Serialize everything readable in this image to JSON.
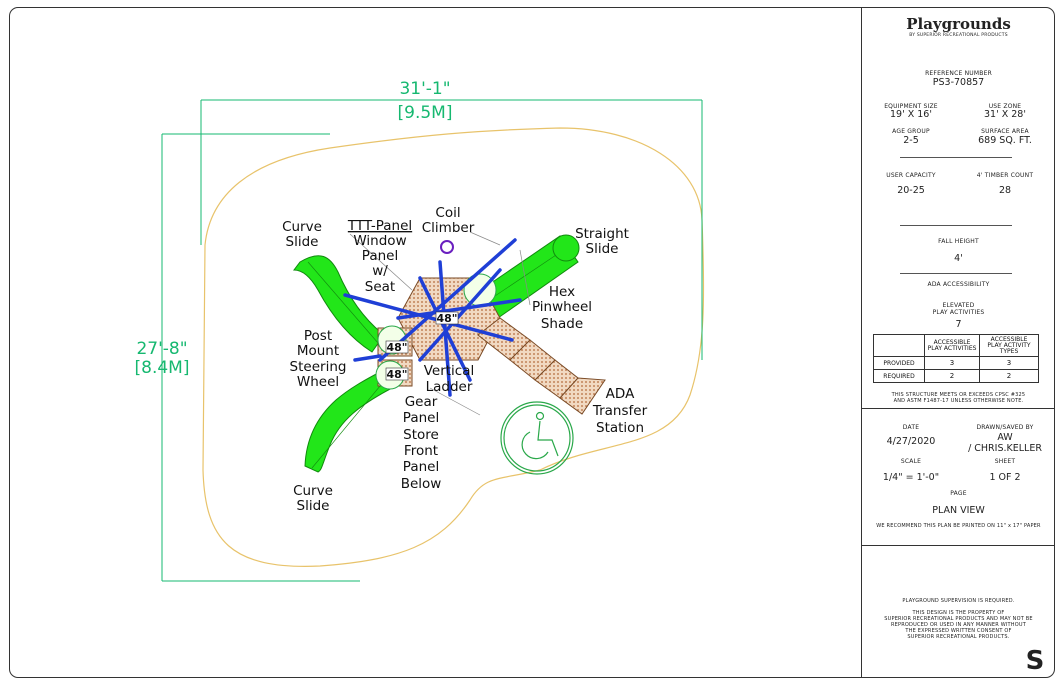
{
  "dimensions": {
    "width_ft": "31'-1\"",
    "width_m": "[9.5M]",
    "height_ft": "27'-8\"",
    "height_m": "[8.4M]"
  },
  "deck_heights": [
    "48\"",
    "48\"",
    "48\""
  ],
  "components": {
    "curve_slide_top": [
      "Curve",
      "Slide"
    ],
    "ttt_panel": [
      "TTT-Panel",
      "Window",
      "Panel",
      "w/",
      "Seat"
    ],
    "coil_climber": [
      "Coil",
      "Climber"
    ],
    "straight_slide": [
      "Straight",
      "Slide"
    ],
    "hex_pinwheel_shade": [
      "Hex",
      "Pinwheel",
      "Shade"
    ],
    "post_mount_steering_wheel": [
      "Post",
      "Mount",
      "Steering",
      "Wheel"
    ],
    "vertical_ladder": [
      "Vertical",
      "Ladder"
    ],
    "gear_panel": [
      "Gear",
      "Panel",
      "Store",
      "Front",
      "Panel",
      "Below"
    ],
    "ada_transfer_station": [
      "ADA",
      "Transfer",
      "Station"
    ],
    "curve_slide_bottom": [
      "Curve",
      "Slide"
    ]
  },
  "title_block": {
    "brand": "Playgrounds",
    "brand_tagline": "BY SUPERIOR RECREATIONAL PRODUCTS",
    "reference_number_label": "REFERENCE NUMBER",
    "reference_number": "PS3-70857",
    "equipment_size_label": "EQUIPMENT SIZE",
    "equipment_size": "19' X 16'",
    "use_zone_label": "USE ZONE",
    "use_zone": "31' X 28'",
    "age_group_label": "AGE GROUP",
    "age_group": "2-5",
    "surface_area_label": "SURFACE AREA",
    "surface_area": "689 SQ. FT.",
    "user_capacity_label": "USER CAPACITY",
    "user_capacity": "20-25",
    "timber_count_label": "4' TIMBER COUNT",
    "timber_count": "28",
    "fall_height_label": "FALL HEIGHT",
    "fall_height": "4'",
    "ada_label": "ADA ACCESSIBILITY",
    "elevated_label_1": "ELEVATED",
    "elevated_label_2": "PLAY ACTIVITIES",
    "elevated_value": "7",
    "table": {
      "header_1": [
        "ACCESSIBLE",
        "PLAY ACTIVITIES"
      ],
      "header_2": [
        "ACCESSIBLE",
        "PLAY ACTIVITY",
        "TYPES"
      ],
      "rows": [
        {
          "label": "PROVIDED",
          "a": "3",
          "b": "3"
        },
        {
          "label": "REQUIRED",
          "a": "2",
          "b": "2"
        }
      ]
    },
    "compliance_1": "THIS STRUCTURE MEETS OR EXCEEDS CPSC #325",
    "compliance_2": "AND ASTM F1487-17 UNLESS OTHERWISE NOTE.",
    "date_label": "DATE",
    "date": "4/27/2020",
    "drawn_label": "DRAWN/SAVED BY",
    "drawn_1": "AW",
    "drawn_2": "/ CHRIS.KELLER",
    "scale_label": "SCALE",
    "scale": "1/4\" = 1'-0\"",
    "sheet_label": "SHEET",
    "sheet": "1  OF  2",
    "page_label": "PAGE",
    "page": "PLAN VIEW",
    "recommend": "WE RECOMMEND THIS PLAN BE PRINTED ON 11\" x 17\" PAPER",
    "supervision": "PLAYGROUND SUPERVISION IS REQUIRED.",
    "property": [
      "THIS DESIGN IS THE PROPERTY OF",
      "SUPERIOR RECREATIONAL PRODUCTS AND MAY NOT BE",
      "REPRODUCED OR USED IN ANY MANNER WITHOUT",
      "THE EXPRESSED WRITTEN CONSENT OF",
      "SUPERIOR RECREATIONAL PRODUCTS."
    ],
    "logo_letter": "S"
  },
  "colors": {
    "slide_green": "#22e619",
    "dimension_green": "#16b870",
    "zone_outline": "#e8c36b",
    "frame_blue": "#1f3fd6",
    "deck_brown": "#c48a5a",
    "ada_outline": "#2aa84a"
  }
}
